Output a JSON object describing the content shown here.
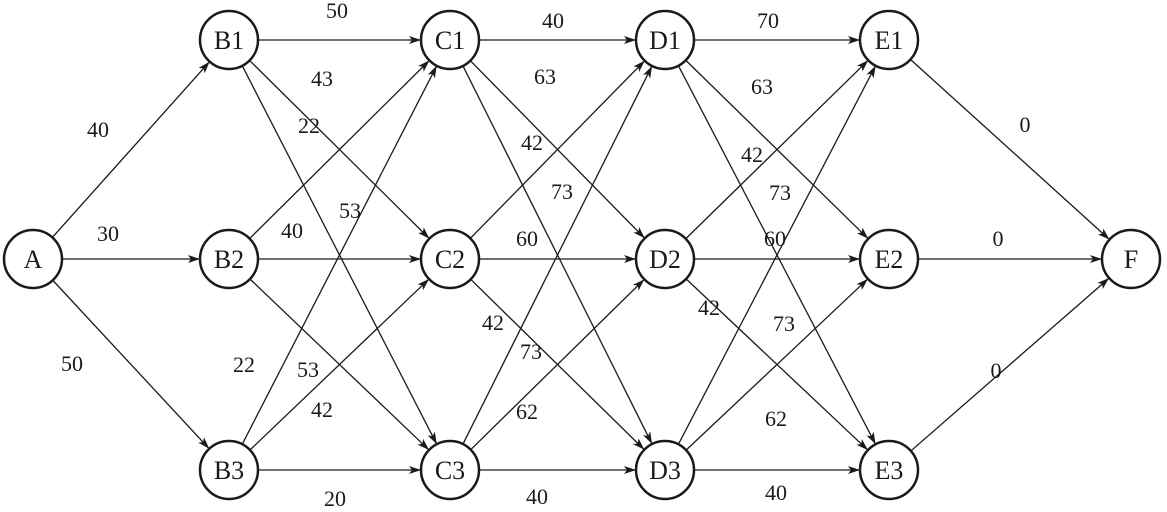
{
  "colors": {
    "ink": "#1a1a1a",
    "background": "#ffffff"
  },
  "nodes": [
    {
      "id": "A",
      "label": "A"
    },
    {
      "id": "B1",
      "label": "B1"
    },
    {
      "id": "B2",
      "label": "B2"
    },
    {
      "id": "B3",
      "label": "B3"
    },
    {
      "id": "C1",
      "label": "C1"
    },
    {
      "id": "C2",
      "label": "C2"
    },
    {
      "id": "C3",
      "label": "C3"
    },
    {
      "id": "D1",
      "label": "D1"
    },
    {
      "id": "D2",
      "label": "D2"
    },
    {
      "id": "D3",
      "label": "D3"
    },
    {
      "id": "E1",
      "label": "E1"
    },
    {
      "id": "E2",
      "label": "E2"
    },
    {
      "id": "E3",
      "label": "E3"
    },
    {
      "id": "F",
      "label": "F"
    }
  ],
  "edges": [
    {
      "from": "A",
      "to": "B1",
      "weight": "40"
    },
    {
      "from": "A",
      "to": "B2",
      "weight": "30"
    },
    {
      "from": "A",
      "to": "B3",
      "weight": "50"
    },
    {
      "from": "B1",
      "to": "C1",
      "weight": "50"
    },
    {
      "from": "B1",
      "to": "C2",
      "weight": "43"
    },
    {
      "from": "B1",
      "to": "C3",
      "weight": "22"
    },
    {
      "from": "B2",
      "to": "C1",
      "weight": "53"
    },
    {
      "from": "B2",
      "to": "C2",
      "weight": "40"
    },
    {
      "from": "B2",
      "to": "C3",
      "weight": "22"
    },
    {
      "from": "B3",
      "to": "C1",
      "weight": "53"
    },
    {
      "from": "B3",
      "to": "C2",
      "weight": "42"
    },
    {
      "from": "B3",
      "to": "C3",
      "weight": "20"
    },
    {
      "from": "C1",
      "to": "D1",
      "weight": "40"
    },
    {
      "from": "C1",
      "to": "D2",
      "weight": "63"
    },
    {
      "from": "C1",
      "to": "D3",
      "weight": "42"
    },
    {
      "from": "C2",
      "to": "D1",
      "weight": "73"
    },
    {
      "from": "C2",
      "to": "D2",
      "weight": "60"
    },
    {
      "from": "C2",
      "to": "D3",
      "weight": "42"
    },
    {
      "from": "C3",
      "to": "D1",
      "weight": "73"
    },
    {
      "from": "C3",
      "to": "D2",
      "weight": "62"
    },
    {
      "from": "C3",
      "to": "D3",
      "weight": "40"
    },
    {
      "from": "D1",
      "to": "E1",
      "weight": "70"
    },
    {
      "from": "D1",
      "to": "E2",
      "weight": "63"
    },
    {
      "from": "D1",
      "to": "E3",
      "weight": "42"
    },
    {
      "from": "D2",
      "to": "E1",
      "weight": "73"
    },
    {
      "from": "D2",
      "to": "E2",
      "weight": "60"
    },
    {
      "from": "D2",
      "to": "E3",
      "weight": "42"
    },
    {
      "from": "D3",
      "to": "E1",
      "weight": "73"
    },
    {
      "from": "D3",
      "to": "E2",
      "weight": "62"
    },
    {
      "from": "D3",
      "to": "E3",
      "weight": "40"
    },
    {
      "from": "E1",
      "to": "F",
      "weight": "0"
    },
    {
      "from": "E2",
      "to": "F",
      "weight": "0"
    },
    {
      "from": "E3",
      "to": "F",
      "weight": "0"
    }
  ]
}
